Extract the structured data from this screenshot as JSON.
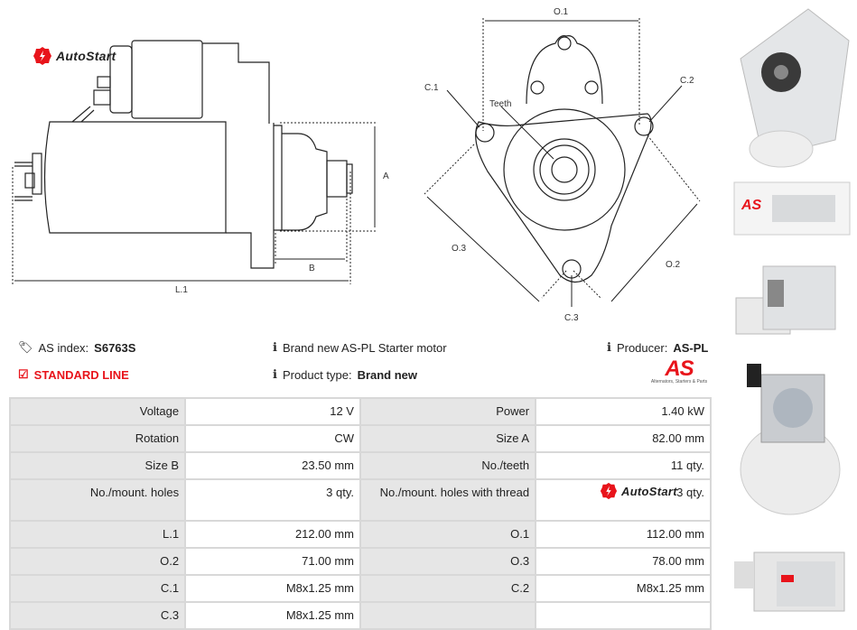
{
  "brand": {
    "name": "AutoStart",
    "accent": "#e8141b"
  },
  "diagrams": {
    "side_view": {
      "labels": {
        "a": "A",
        "b": "B",
        "l1": "L.1"
      }
    },
    "front_view": {
      "labels": {
        "o1": "O.1",
        "o2": "O.2",
        "o3": "O.3",
        "c1": "C.1",
        "c2": "C.2",
        "c3": "C.3",
        "teeth": "Teeth"
      }
    }
  },
  "info": {
    "as_index_label": "AS index:",
    "as_index_value": "S6763S",
    "line_label": "STANDARD LINE",
    "description": "Brand new AS-PL Starter motor",
    "product_type_label": "Product type:",
    "product_type_value": "Brand new",
    "producer_label": "Producer:",
    "producer_value": "AS-PL"
  },
  "producer_logo": {
    "mark": "AS",
    "tagline": "Alternators, Starters & Parts"
  },
  "specs": [
    {
      "k1": "Voltage",
      "v1": "12 V",
      "k2": "Power",
      "v2": "1.40 kW"
    },
    {
      "k1": "Rotation",
      "v1": "CW",
      "k2": "Size A",
      "v2": "82.00 mm"
    },
    {
      "k1": "Size B",
      "v1": "23.50 mm",
      "k2": "No./teeth",
      "v2": "11 qty."
    },
    {
      "k1": "No./mount. holes",
      "v1": "3 qty.",
      "k2": "No./mount. holes with thread",
      "v2": "3 qty."
    },
    {
      "k1": "L.1",
      "v1": "212.00 mm",
      "k2": "O.1",
      "v2": "112.00 mm"
    },
    {
      "k1": "O.2",
      "v1": "71.00 mm",
      "k2": "O.3",
      "v2": "78.00 mm"
    },
    {
      "k1": "C.1",
      "v1": "M8x1.25 mm",
      "k2": "C.2",
      "v2": "M8x1.25 mm"
    },
    {
      "k1": "C.3",
      "v1": "M8x1.25 mm",
      "k2": "",
      "v2": ""
    }
  ],
  "icons": {
    "tag": "tag-icon",
    "check": "checkbox-icon",
    "info": "info-icon"
  }
}
